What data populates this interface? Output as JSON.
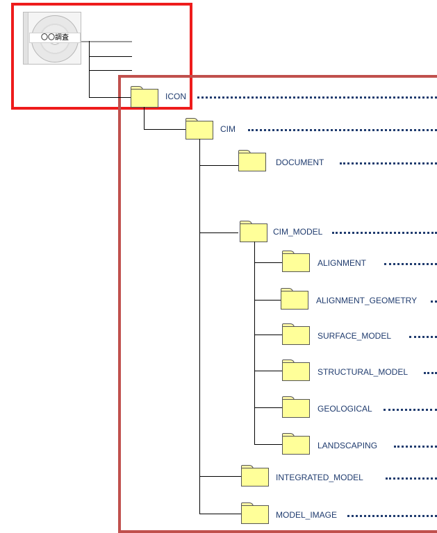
{
  "media": {
    "label": "〇〇調査",
    "icon": "cd-disc-icon"
  },
  "tree": {
    "icon": {
      "label": "ICON"
    },
    "cim": {
      "label": "CIM"
    },
    "document": {
      "label": "DOCUMENT"
    },
    "cim_model": {
      "label": "CIM_MODEL"
    },
    "alignment": {
      "label": "ALIGNMENT"
    },
    "alignment_geometry": {
      "label": "ALIGNMENT_GEOMETRY"
    },
    "surface_model": {
      "label": "SURFACE_MODEL"
    },
    "structural_model": {
      "label": "STRUCTURAL_MODEL"
    },
    "geological": {
      "label": "GEOLOGICAL"
    },
    "landscaping": {
      "label": "LANDSCAPING"
    },
    "integrated_model": {
      "label": "INTEGRATED_MODEL"
    },
    "model_image": {
      "label": "MODEL_IMAGE"
    }
  },
  "colors": {
    "highlight_frame": "#ee1c1c",
    "section_frame": "#c0504d",
    "folder_fill": "#ffff99",
    "label_text": "#1f3b6e"
  }
}
